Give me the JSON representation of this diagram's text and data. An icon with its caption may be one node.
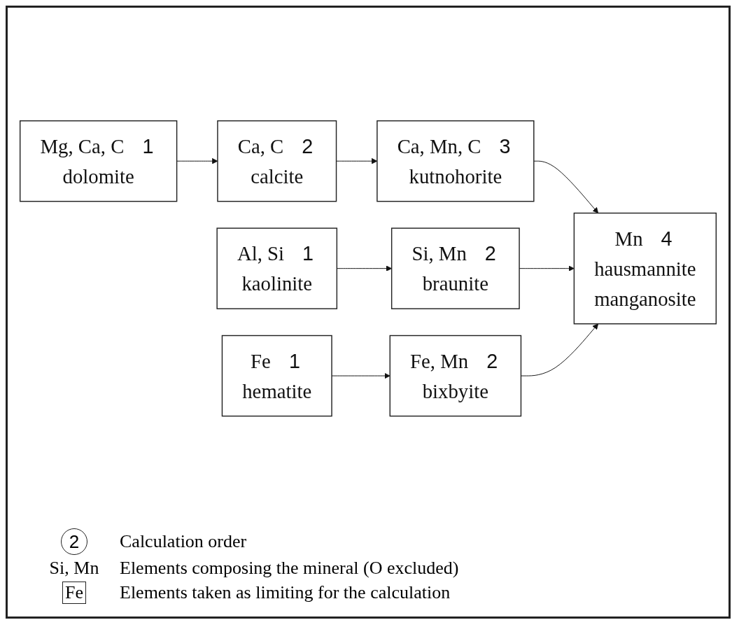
{
  "diagram": {
    "nodes": [
      {
        "text": [
          "Mg, Ca, C",
          "1",
          "dolomite"
        ]
      },
      {
        "text": [
          "Ca, C",
          "2",
          "calcite"
        ]
      },
      {
        "text": [
          "Ca, Mn, C",
          "3",
          "kutnohorite"
        ]
      },
      {
        "text": [
          "Al, Si",
          "1",
          "kaolinite"
        ]
      },
      {
        "text": [
          "Si, Mn",
          "2",
          "braunite"
        ]
      },
      {
        "text": [
          "Mn",
          "4",
          "hausmannite",
          "manganosite"
        ]
      },
      {
        "text": [
          "Fe",
          "1",
          "hematite"
        ]
      },
      {
        "text": [
          "Fe, Mn",
          "2",
          "bixbyite"
        ]
      }
    ],
    "edges": [
      {
        "from": 0,
        "to": 1,
        "arrow": "to"
      },
      {
        "from": 1,
        "to": 2,
        "arrow": "to"
      },
      {
        "from": 2,
        "to": 5,
        "arrow": "to"
      },
      {
        "from": 3,
        "to": 4,
        "arrow": "to"
      },
      {
        "from": 4,
        "to": 5,
        "arrow": "to"
      },
      {
        "from": 6,
        "to": 7,
        "arrow": "to"
      },
      {
        "from": 7,
        "to": 5,
        "arrow": "to"
      }
    ],
    "labels": [
      "2",
      "Si, Mn",
      "Fe"
    ],
    "legend": [
      {
        "text": "Calculation order"
      },
      {
        "text": "Elements composing the mineral (O excluded)"
      },
      {
        "text": "Elements taken as limiting for the calculation"
      }
    ]
  }
}
